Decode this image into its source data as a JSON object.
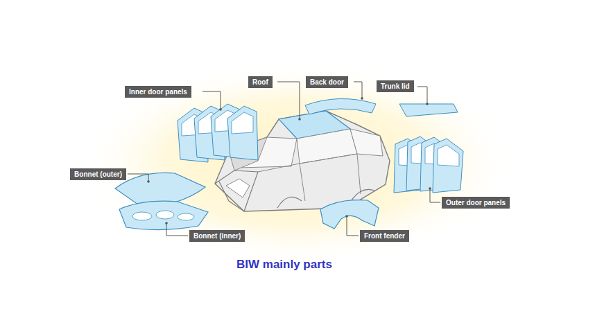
{
  "diagram": {
    "caption": "BIW mainly parts",
    "nodes": [
      {
        "text": [
          "Inner door panels"
        ]
      },
      {
        "text": [
          "Roof"
        ]
      },
      {
        "text": [
          "Back door"
        ]
      },
      {
        "text": [
          "Trunk lid"
        ]
      },
      {
        "text": [
          "Bonnet (outer)"
        ]
      },
      {
        "text": [
          "Outer door panels"
        ]
      },
      {
        "text": [
          "Bonnet (inner)"
        ]
      },
      {
        "text": [
          "Front fender"
        ]
      }
    ]
  }
}
